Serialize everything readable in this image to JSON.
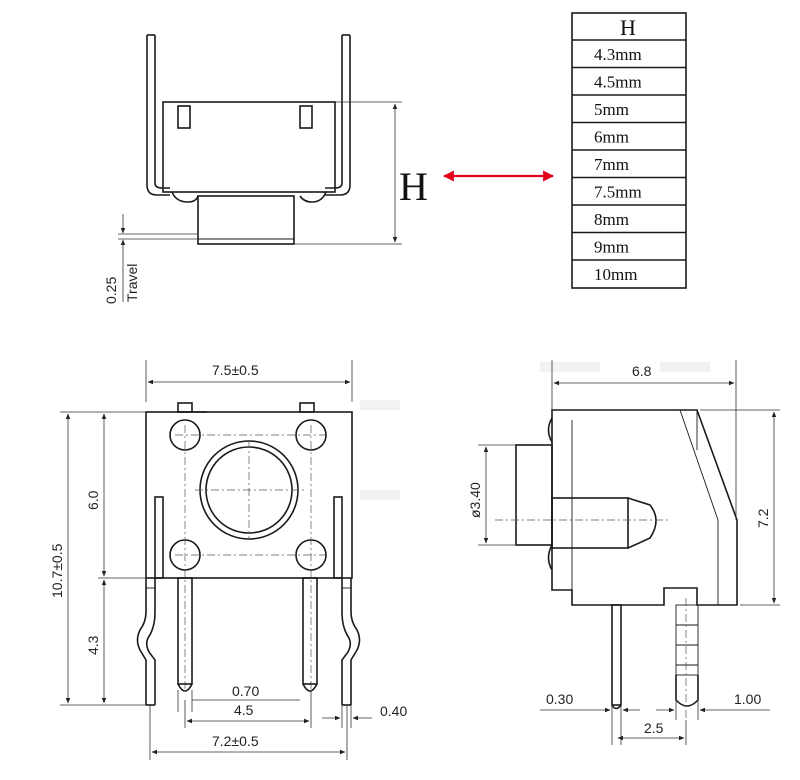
{
  "height_table": {
    "header": "H",
    "rows": [
      "4.3mm",
      "4.5mm",
      "5mm",
      "6mm",
      "7mm",
      "7.5mm",
      "8mm",
      "9mm",
      "10mm"
    ]
  },
  "top_view": {
    "h_label": "H",
    "travel_value": "0.25",
    "travel_label": "Travel"
  },
  "front_view": {
    "width": "7.5±0.5",
    "total_height": "10.7±0.5",
    "body_height": "6.0",
    "pin_height": "4.3",
    "pin_width": "0.70",
    "pin_pitch": "4.5",
    "pin_thickness": "0.40",
    "lead_span": "7.2±0.5"
  },
  "side_view": {
    "depth": "6.8",
    "height": "7.2",
    "button_dia": "ø3.40",
    "pin_offset": "0.30",
    "pin_spacing": "2.5",
    "lead_pitch": "1.00"
  },
  "colors": {
    "arrow": "#e0001b",
    "line": "#1a1a1a"
  }
}
